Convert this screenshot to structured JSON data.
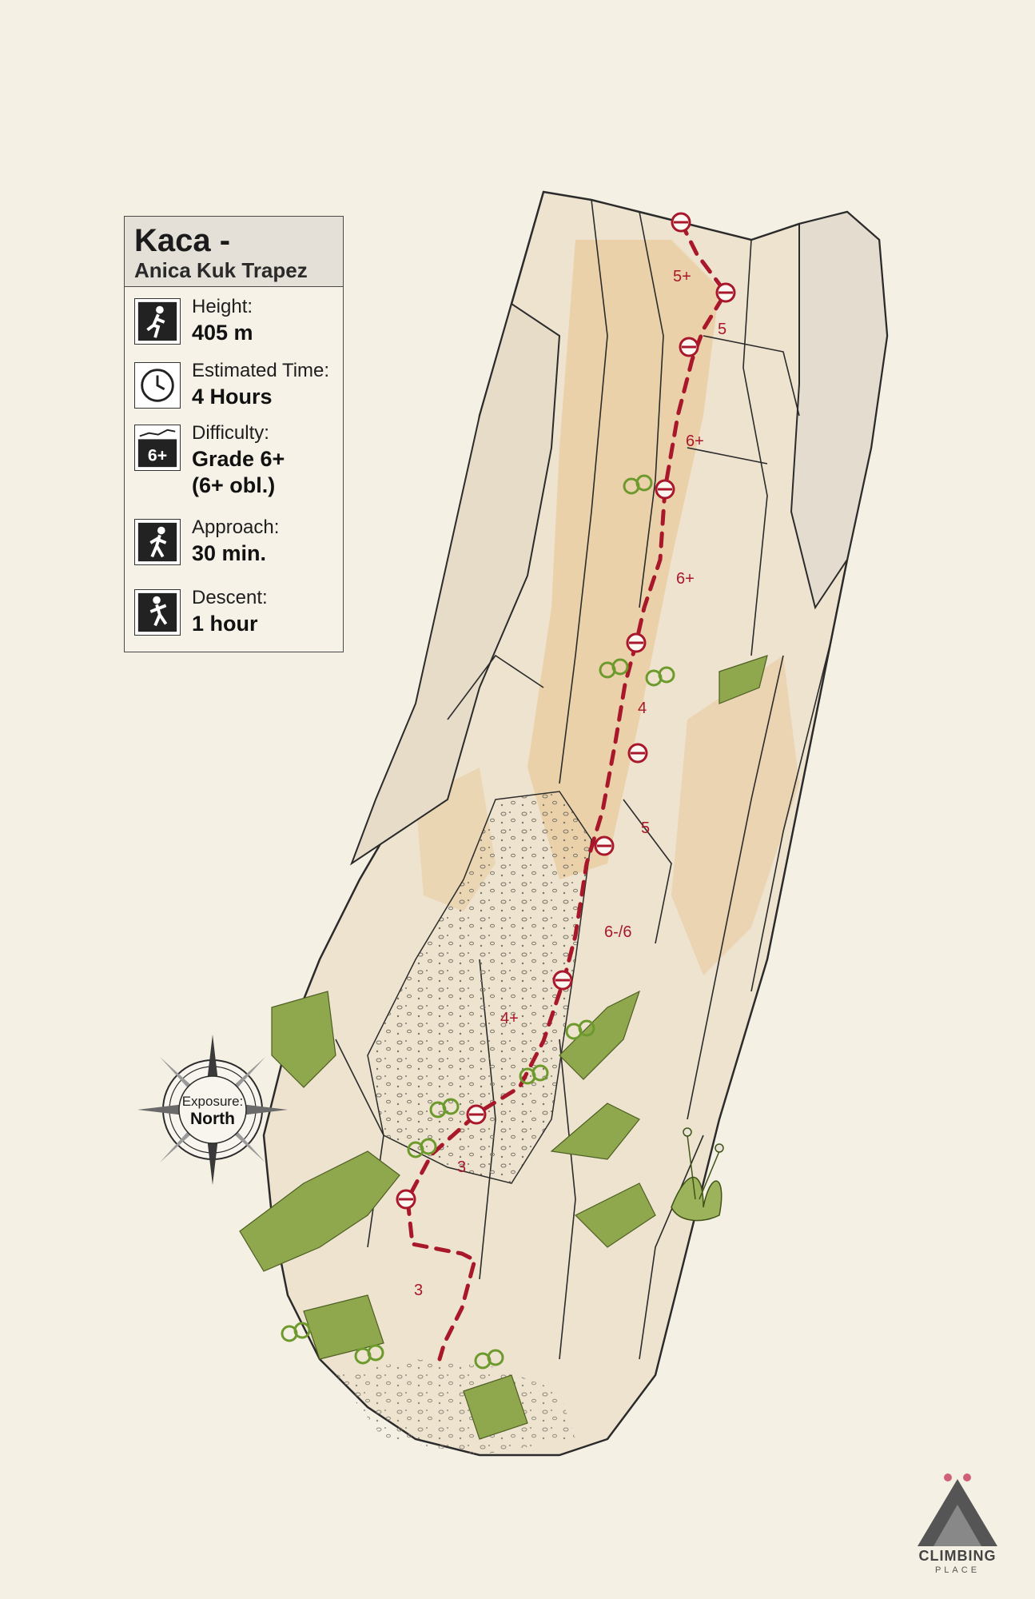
{
  "route": {
    "title": "Kaca -",
    "subtitle": "Anica Kuk Trapez"
  },
  "stats": [
    {
      "label": "Height:",
      "value": "405 m",
      "icon": "climber-icon"
    },
    {
      "label": "Estimated Time:",
      "value": "4 Hours",
      "icon": "clock-icon"
    },
    {
      "label": "Difficulty:",
      "value": "Grade 6+",
      "extra": "(6+ obl.)",
      "icon": "grade-icon",
      "badge": "6+"
    },
    {
      "label": "Approach:",
      "value": "30 min.",
      "icon": "hiker-icon"
    },
    {
      "label": "Descent:",
      "value": "1 hour",
      "icon": "descent-icon"
    }
  ],
  "compass": {
    "label": "Exposure:",
    "value": "North"
  },
  "pitch_grades": [
    "5+",
    "5",
    "6+",
    "6+",
    "4",
    "5",
    "6-/6",
    "4+",
    "3",
    "3"
  ],
  "logo": {
    "line1": "CLIMBING",
    "line2": "PLACE"
  },
  "colors": {
    "background": "#f5f0e4",
    "route": "#a8182a",
    "rock": "#ede3cf",
    "rock_warm": "#e9c99a",
    "vegetation": "#8fa84e"
  }
}
